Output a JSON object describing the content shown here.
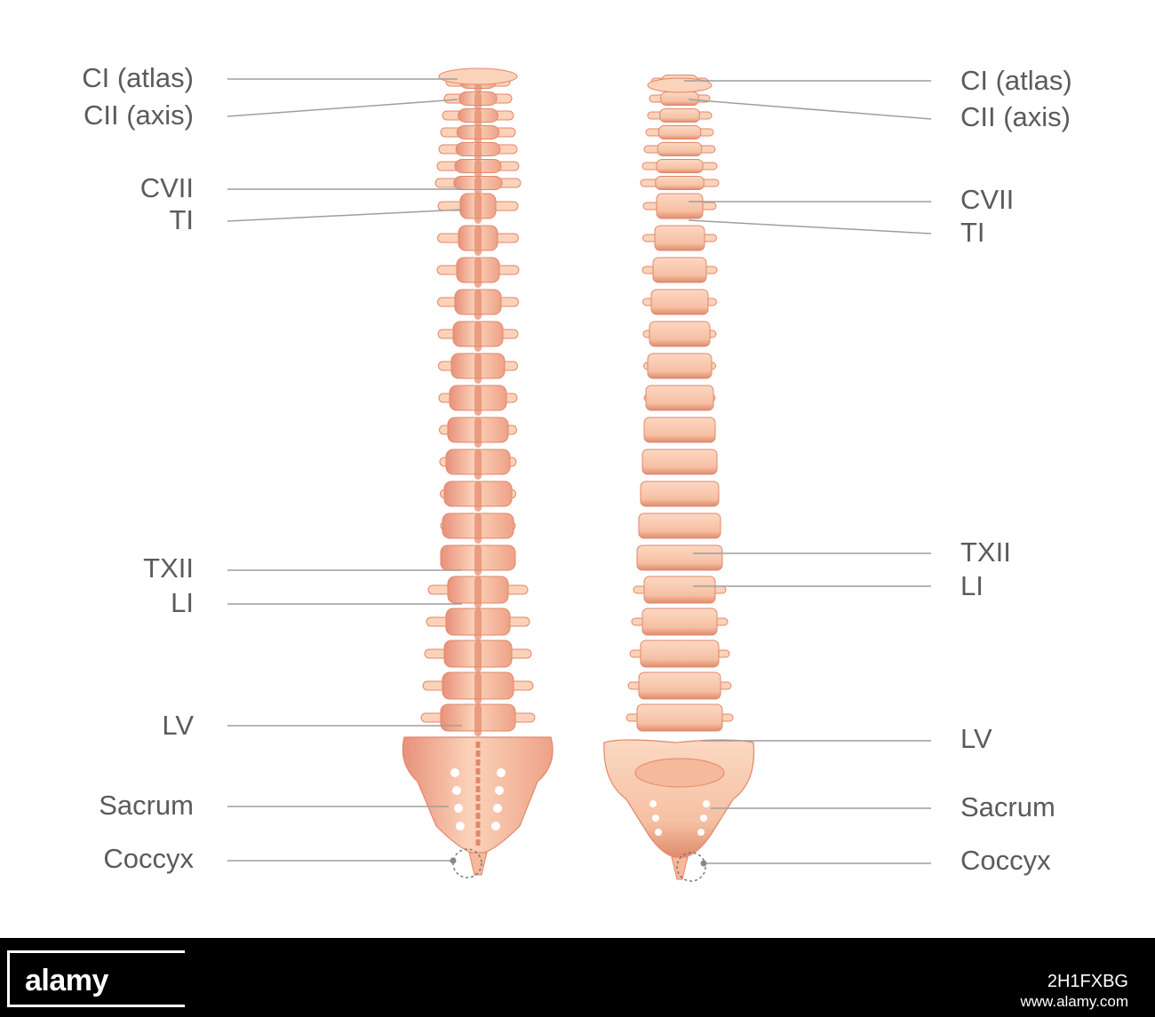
{
  "left_labels": [
    {
      "key": "ci",
      "text": "CI (atlas)"
    },
    {
      "key": "cii",
      "text": "CII (axis)"
    },
    {
      "key": "cvii",
      "text": "CVII"
    },
    {
      "key": "ti",
      "text": "TI"
    },
    {
      "key": "txii",
      "text": "TXII"
    },
    {
      "key": "li",
      "text": "LI"
    },
    {
      "key": "lv",
      "text": "LV"
    },
    {
      "key": "sacrum",
      "text": "Sacrum"
    },
    {
      "key": "coccyx",
      "text": "Coccyx"
    }
  ],
  "right_labels": [
    {
      "key": "ci",
      "text": "CI (atlas)"
    },
    {
      "key": "cii",
      "text": "CII (axis)"
    },
    {
      "key": "cvii",
      "text": "CVII"
    },
    {
      "key": "ti",
      "text": "TI"
    },
    {
      "key": "txii",
      "text": "TXII"
    },
    {
      "key": "li",
      "text": "LI"
    },
    {
      "key": "lv",
      "text": "LV"
    },
    {
      "key": "sacrum",
      "text": "Sacrum"
    },
    {
      "key": "coccyx",
      "text": "Coccyx"
    }
  ],
  "colors": {
    "bone_light": "#fbd3ba",
    "bone_mid": "#f5b99b",
    "bone_dark": "#e2876a",
    "leader_line": "#9e9e9e",
    "label_text": "#5b5b5b"
  },
  "watermark": {
    "logo": "alamy",
    "image_id": "2H1FXBG",
    "url": "www.alamy.com"
  }
}
